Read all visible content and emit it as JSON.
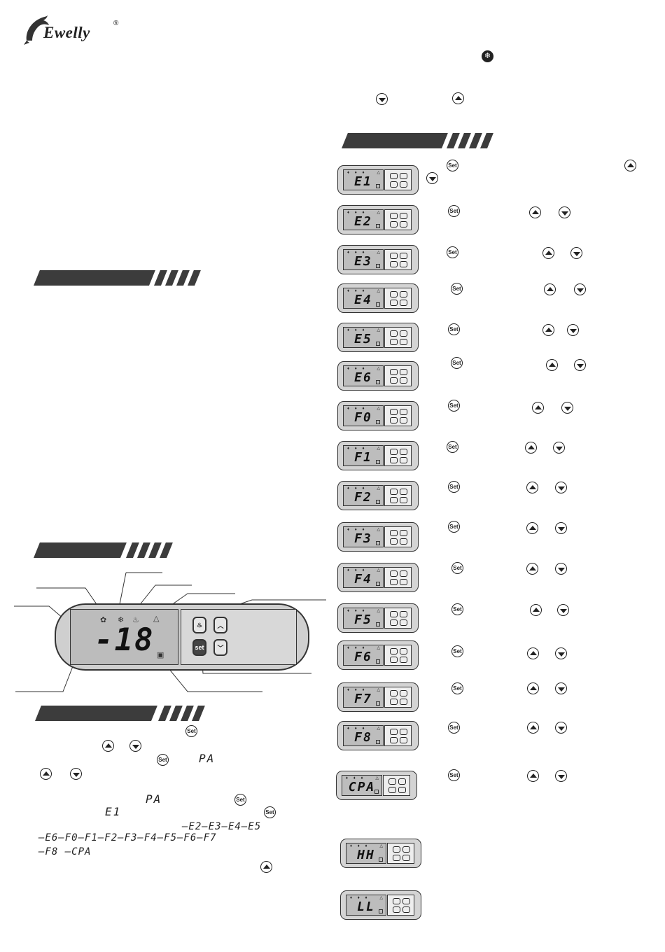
{
  "brand": {
    "name": "Ewelly",
    "reg_mark": "®"
  },
  "main_display": {
    "reading": "-18",
    "icons": [
      "fan-icon",
      "snowflake-icon",
      "defrost-icon",
      "alarm-triangle-icon",
      "lock-icon"
    ]
  },
  "instructions": {
    "pa_code": "PA",
    "first_code": "E1",
    "sequence_line1": "—E2—E3—E4—E5",
    "sequence_line2": "—E6—F0—F1—F2—F3—F4—F5—F6—F7",
    "sequence_line3": "—F8 —CPA"
  },
  "buttons": {
    "set_label": "Set",
    "up_icon": "up-arrow-icon",
    "down_icon": "down-arrow-icon",
    "defrost_icon": "defrost-icon"
  },
  "parameters": [
    {
      "code": "E1"
    },
    {
      "code": "E2"
    },
    {
      "code": "E3"
    },
    {
      "code": "E4"
    },
    {
      "code": "E5"
    },
    {
      "code": "E6"
    },
    {
      "code": "F0"
    },
    {
      "code": "F1"
    },
    {
      "code": "F2"
    },
    {
      "code": "F3"
    },
    {
      "code": "F4"
    },
    {
      "code": "F5"
    },
    {
      "code": "F6"
    },
    {
      "code": "F7"
    },
    {
      "code": "F8"
    },
    {
      "code": "CPA"
    }
  ],
  "alarms": [
    {
      "code": "HH"
    },
    {
      "code": "LL"
    }
  ]
}
